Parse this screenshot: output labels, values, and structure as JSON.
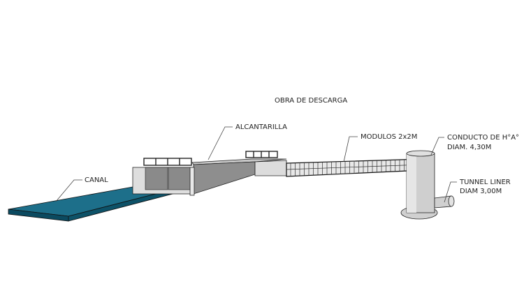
{
  "title": "OBRA DE DESCARGA",
  "labels": {
    "canal": "CANAL",
    "alcantarilla": "ALCANTARILLA",
    "modulos": "MODULOS 2x2M",
    "conducto_line1": "CONDUCTO DE H°A°",
    "conducto_line2": "DIAM. 4,30M",
    "tunnel_line1": "TUNNEL LINER",
    "tunnel_line2": "DIAM 3,00M"
  },
  "colors": {
    "canal": "#0f5a73",
    "concrete_dark": "#9a9a9a",
    "concrete_light": "#d8d8d8"
  }
}
